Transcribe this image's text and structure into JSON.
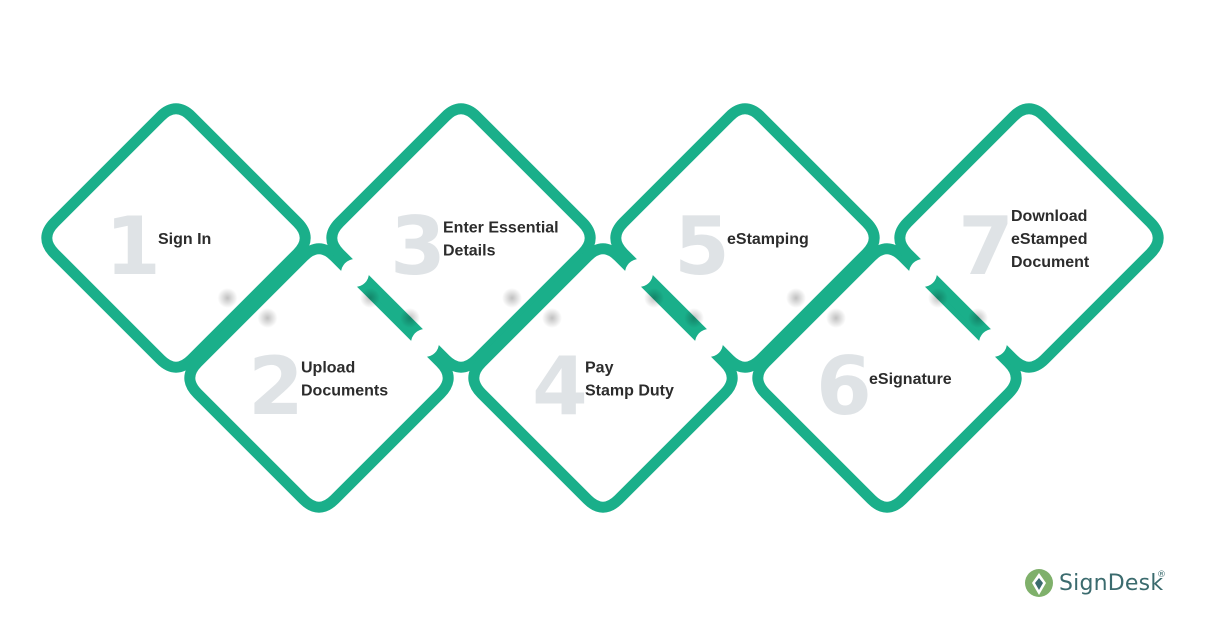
{
  "colors": {
    "accent": "#1aaf8a",
    "number": "#dfe3e6",
    "text": "#2c2c2c",
    "brand": "#3b6b6e"
  },
  "steps": [
    {
      "number": "1",
      "lines": [
        "Sign In"
      ]
    },
    {
      "number": "2",
      "lines": [
        "Upload",
        "Documents"
      ]
    },
    {
      "number": "3",
      "lines": [
        "Enter Essential",
        "Details"
      ]
    },
    {
      "number": "4",
      "lines": [
        "Pay",
        "Stamp Duty"
      ]
    },
    {
      "number": "5",
      "lines": [
        "eStamping"
      ]
    },
    {
      "number": "6",
      "lines": [
        "eSignature"
      ]
    },
    {
      "number": "7",
      "lines": [
        "Download",
        "eStamped",
        "Document"
      ]
    }
  ],
  "brand": {
    "name": "SignDesk",
    "registered": "®"
  }
}
